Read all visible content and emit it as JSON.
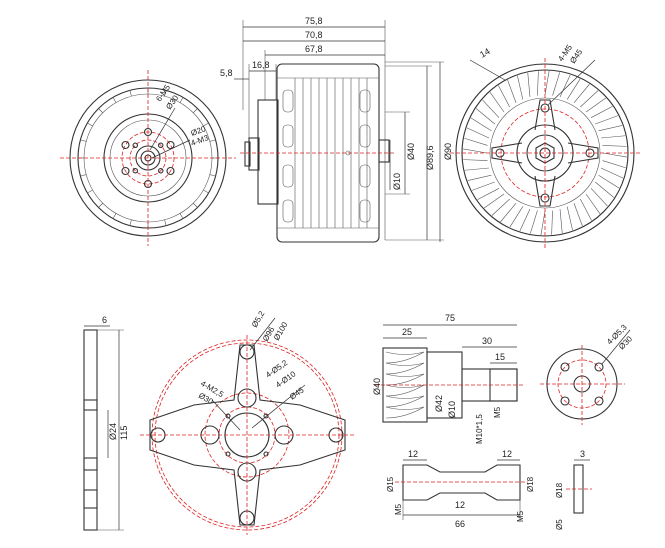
{
  "top_row": {
    "front_view": {
      "labels": {
        "holes_6": "6-M5",
        "bc30": "Ø30",
        "bc20": "Ø20",
        "holes_4": "4-M3"
      }
    },
    "side_view": {
      "labels": {
        "d75_8": "75,8",
        "d70_8": "70,8",
        "d67_8": "67,8",
        "d16_8": "16,8",
        "d5_8": "5,8",
        "dia40": "Ø40",
        "dia89_6": "Ø89,6",
        "dia90": "Ø90",
        "dia10": "Ø10"
      }
    },
    "rear_view": {
      "labels": {
        "d14": "14",
        "holes": "4-M5",
        "dia45": "Ø45"
      }
    }
  },
  "bottom_row": {
    "plate_side": {
      "labels": {
        "d6": "6",
        "dia24": "Ø24",
        "d115": "115"
      }
    },
    "cross_mount": {
      "labels": {
        "h1": "Ø5,2",
        "h2": "Ø96",
        "h3": "Ø100",
        "h4": "4-Ø5,2",
        "h5": "4-Ø10",
        "h6": "Ø45",
        "h7": "4-M2,5",
        "h8": "Ø30"
      }
    },
    "prop_adapter": {
      "labels": {
        "d75": "75",
        "d25": "25",
        "d30": "30",
        "d15": "15",
        "dia40": "Ø40",
        "dia42": "Ø42",
        "dia10": "Ø10",
        "thread": "M10*1,5",
        "m5": "M5"
      }
    },
    "adapter_end": {
      "labels": {
        "holes": "4-Ø5,3",
        "dia30": "Ø30"
      }
    },
    "shaft": {
      "labels": {
        "d12a": "12",
        "d12b": "12",
        "d12c": "12",
        "dia15": "Ø15",
        "dia18": "Ø18",
        "d66": "66",
        "m5a": "M5",
        "m5b": "M5"
      }
    },
    "shaft_end": {
      "labels": {
        "d3": "3",
        "dia18": "Ø18",
        "dia5": "Ø5"
      }
    }
  }
}
